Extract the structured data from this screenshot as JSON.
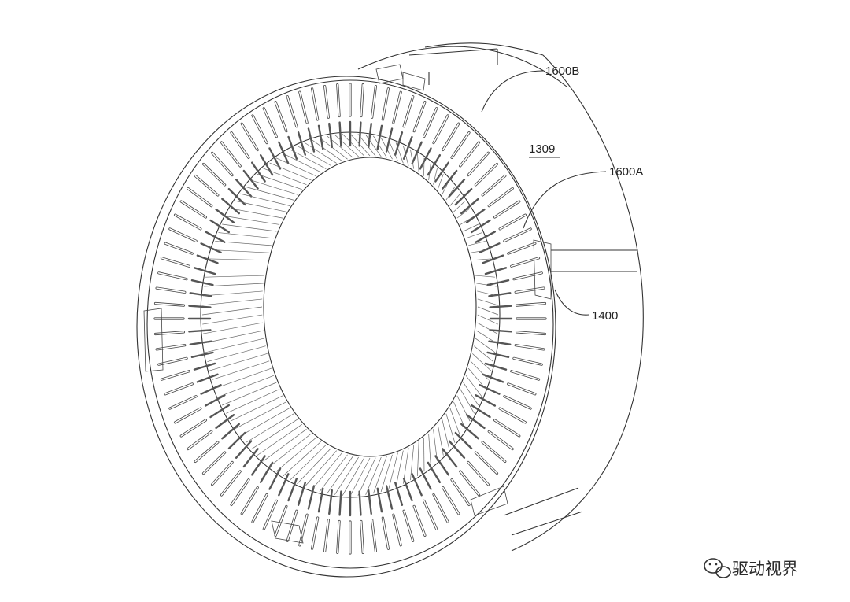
{
  "figure": {
    "labels": {
      "l1600b": "1600B",
      "l1309": "1309",
      "l1600a": "1600A",
      "l1400": "1400"
    }
  },
  "watermark": {
    "text": "驱动视界",
    "icon": "wechat-logo-icon"
  }
}
